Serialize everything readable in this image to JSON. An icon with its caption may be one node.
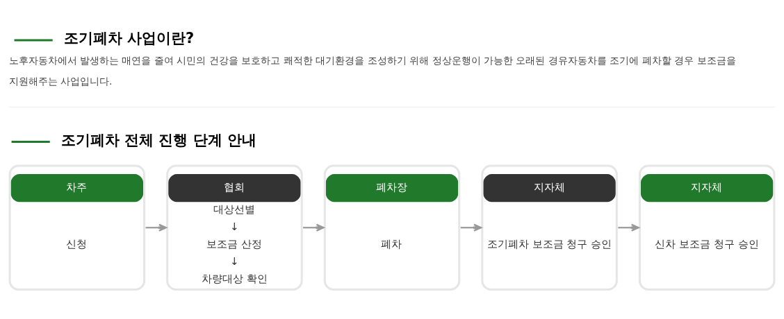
{
  "diagram": {
    "title": "조기폐차 사업이란?",
    "nodes": [
      {
        "text": [
          "차주",
          "신청"
        ]
      },
      {
        "text": [
          "협회",
          "대상선별",
          "↓",
          "보조금 산정",
          "↓",
          "차량대상 확인"
        ]
      },
      {
        "text": [
          "폐차장",
          "폐차"
        ]
      },
      {
        "text": [
          "지자체",
          "조기폐차 보조금 청구 승인"
        ]
      },
      {
        "text": [
          "지자체",
          "신차 보조금 청구 승인"
        ]
      }
    ],
    "edges": [
      {
        "from": 0,
        "to": 1,
        "arrow": "to"
      },
      {
        "from": 1,
        "to": 2,
        "arrow": "to"
      },
      {
        "from": 2,
        "to": 3,
        "arrow": "to"
      },
      {
        "from": 3,
        "to": 4,
        "arrow": "to"
      }
    ],
    "labels": [
      "노후자동차에서 발생하는 매연을 줄여 시민의 건강을 보호하고 쾌적한 대기환경을 조성하기 위해 정상운행이 가능한 오래된 경유자동차를 조기에 폐차할 경우 보조금을 지원해주는 사업입니다.",
      "조기폐차 전체 진행 단계 안내"
    ]
  }
}
